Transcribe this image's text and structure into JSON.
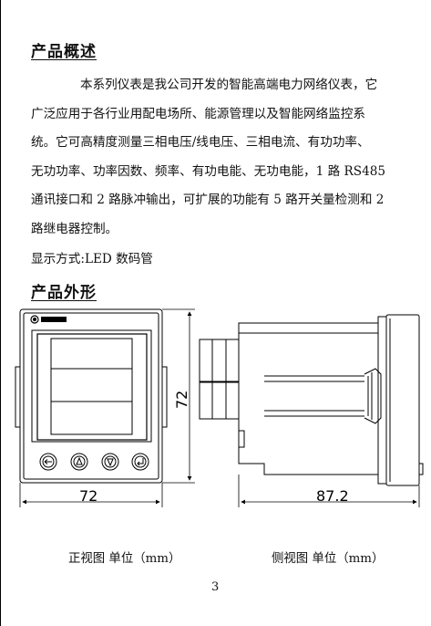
{
  "section_overview": {
    "title": "产品概述",
    "lines": [
      "本系列仪表是我公司开发的智能高端电力网络仪表，它",
      "广泛应用于各行业用配电场所、能源管理以及智能网络监控系",
      "统。它可高精度测量三相电压/线电压、三相电流、有功功率、",
      "无功功率、功率因数、频率、有功电能、无功电能，1 路 RS485",
      "通讯接口和 2 路脉冲输出，可扩展的功能有 5 路开关量检测和 2",
      "路继电器控制。"
    ],
    "display_mode": "显示方式:LED 数码管"
  },
  "section_appearance": {
    "title": "产品外形",
    "front_view": {
      "width_label": "72",
      "height_label": "72",
      "buttons": [
        "button-left-icon",
        "button-up-icon",
        "button-down-icon",
        "button-enter-icon"
      ]
    },
    "side_view": {
      "depth_label": "87.2"
    },
    "caption_front": "正视图  单位（mm）",
    "caption_side": "侧视图   单位（mm）"
  },
  "page_number": "3"
}
